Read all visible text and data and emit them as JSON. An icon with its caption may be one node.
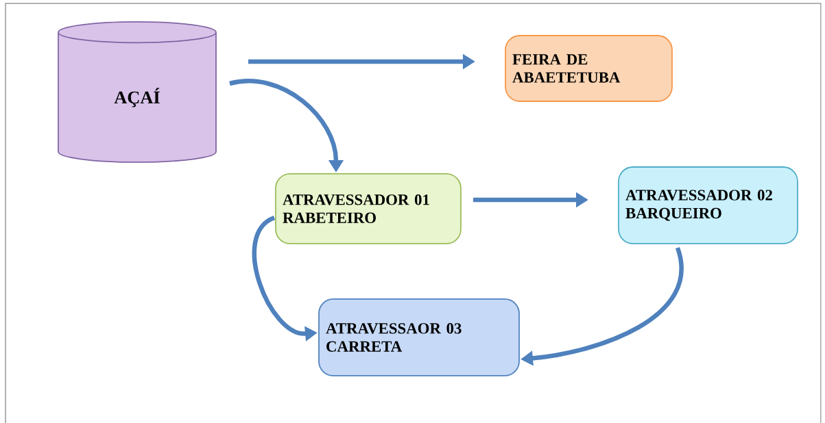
{
  "diagram": {
    "nodes": [
      {
        "text": [
          "AÇAÍ"
        ]
      },
      {
        "text": [
          "FEIRA DE ABAETETUBA"
        ]
      },
      {
        "text": [
          "ATRAVESSADOR 01 RABETEIRO"
        ]
      },
      {
        "text": [
          "ATRAVESSADOR 02 BARQUEIRO"
        ]
      },
      {
        "text": [
          "ATRAVESSAOR 03 CARRETA"
        ]
      }
    ],
    "edges": [
      {
        "from": 0,
        "to": 1,
        "arrow": "to"
      },
      {
        "from": 0,
        "to": 2,
        "arrow": "to"
      },
      {
        "from": 2,
        "to": 3,
        "arrow": "to"
      },
      {
        "from": 2,
        "to": 4,
        "arrow": "to"
      },
      {
        "from": 3,
        "to": 4,
        "arrow": "to"
      }
    ]
  }
}
